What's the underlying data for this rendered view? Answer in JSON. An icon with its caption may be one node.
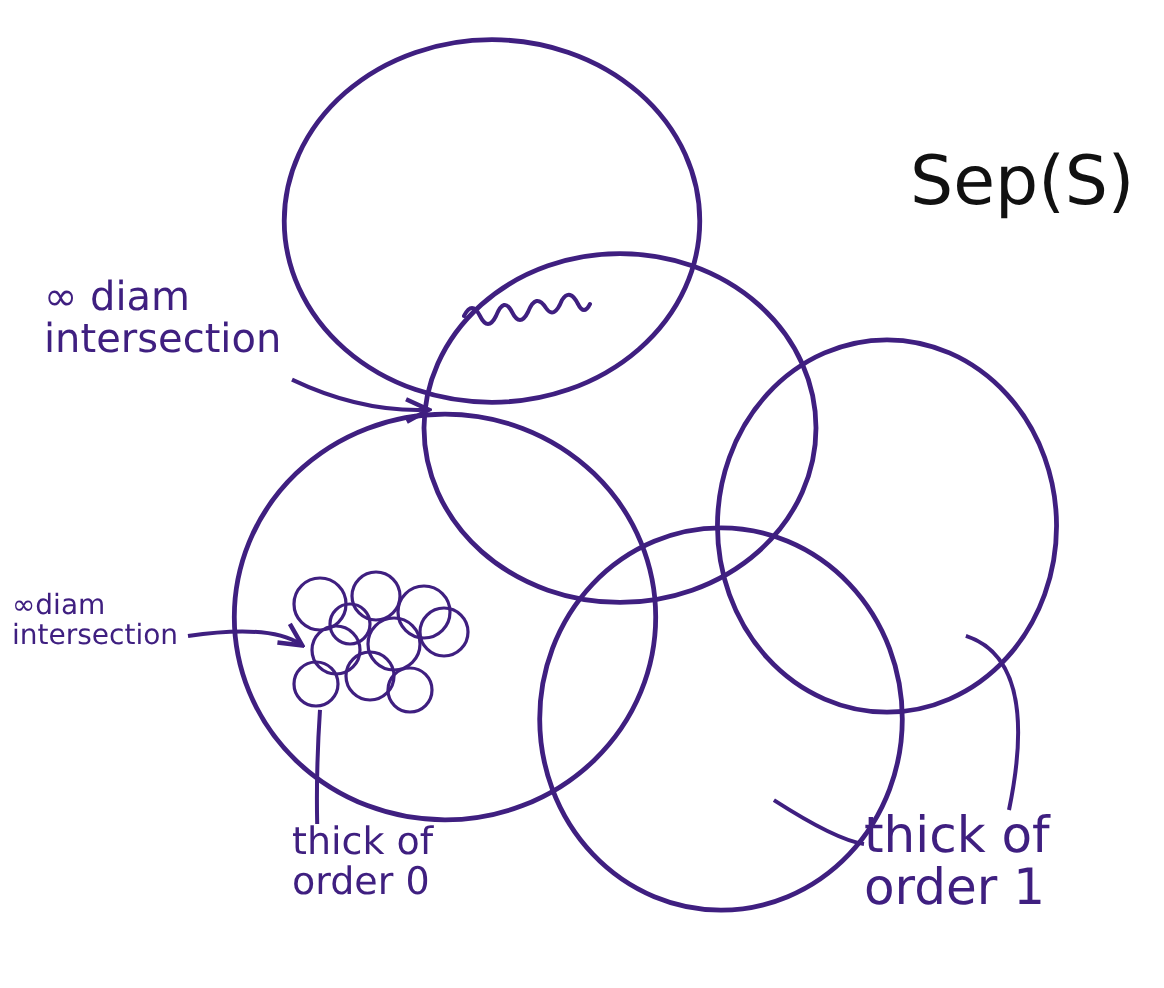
{
  "diagram": {
    "nodes": [
      {
        "text": [],
        "shape": "circle"
      },
      {
        "text": [],
        "shape": "circle"
      },
      {
        "text": [],
        "shape": "circle"
      },
      {
        "text": [],
        "shape": "circle"
      },
      {
        "text": [],
        "shape": "circle"
      },
      {
        "text": [
          "∞ diam intersection"
        ]
      },
      {
        "text": [
          "∞diam intersection"
        ]
      },
      {
        "text": [
          "thick of order 0"
        ]
      },
      {
        "text": [
          "thick of order 1"
        ]
      },
      {
        "text": [],
        "shape": "circle",
        "in": 2
      }
    ],
    "edges": [
      {
        "from": 5,
        "to": 1,
        "arrow": "to"
      },
      {
        "from": 6,
        "to": 9,
        "arrow": "to"
      },
      {
        "from": 7,
        "to": 9,
        "arrow": "none"
      },
      {
        "from": 8,
        "to": 3,
        "arrow": "none"
      },
      {
        "from": 8,
        "to": 4,
        "arrow": "none"
      }
    ],
    "labels": [
      "Sep(S)"
    ]
  }
}
